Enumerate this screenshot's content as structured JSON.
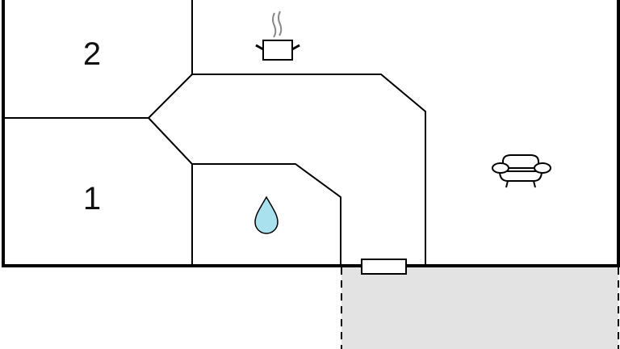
{
  "rooms": [
    {
      "label": "2",
      "type": "bedroom"
    },
    {
      "label": "1",
      "type": "bedroom"
    }
  ],
  "icons": [
    "cooking-pot-icon",
    "water-drop-icon",
    "sofa-icon",
    "door-icon"
  ],
  "colors": {
    "terrace": "#e3e3e3",
    "water": "#a9e1ee",
    "wall": "#000000",
    "steam": "#888888"
  }
}
